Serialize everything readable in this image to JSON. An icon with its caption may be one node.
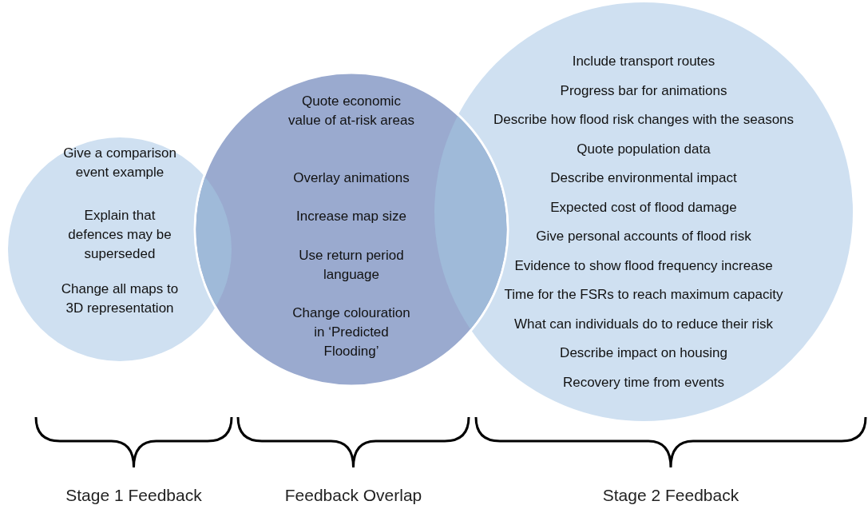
{
  "diagram": {
    "nodes": [
      {
        "text": [
          "Give a comparison event example",
          "Explain that defences may be superseded",
          "Change all maps to 3D representation"
        ]
      },
      {
        "text": [
          "Quote economic value of at-risk areas",
          "Overlay animations",
          "Increase map size",
          "Use return period language",
          "Change colouration in ‘Predicted Flooding’"
        ]
      },
      {
        "text": [
          "Include transport routes",
          "Progress bar for animations",
          "Describe how flood risk changes with the seasons",
          "Quote population data",
          "Describe environmental impact",
          "Expected cost of flood damage",
          "Give personal accounts of flood risk",
          "Evidence to show flood frequency increase",
          "Time for the FSRs to reach maximum capacity",
          "What can individuals do to reduce their risk",
          "Describe impact on housing",
          "Recovery time from events"
        ]
      }
    ],
    "edges": [],
    "labels": [
      "Stage 1 Feedback",
      "Feedback Overlap",
      "Stage 2 Feedback"
    ]
  }
}
